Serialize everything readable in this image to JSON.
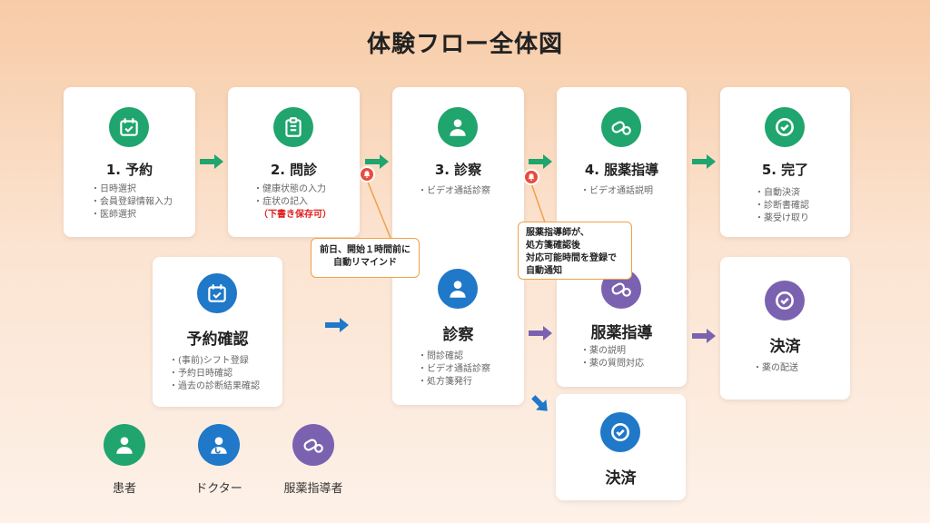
{
  "title": "体験フロー全体図",
  "colors": {
    "patient": "#1fa56d",
    "doctor": "#1f78c8",
    "pharmacist": "#7b62b0",
    "callout_border": "#f0a04b",
    "bell": "#e84c3d"
  },
  "top_flow": [
    {
      "title": "1. 予約",
      "icon": "calendar-check-icon",
      "items": [
        "日時選択",
        "会員登録情報入力",
        "医師選択"
      ]
    },
    {
      "title": "2. 問診",
      "icon": "clipboard-icon",
      "items": [
        "健康状態の入力",
        "症状の記入"
      ],
      "note": "（下書き保存可）"
    },
    {
      "title": "3. 診察",
      "icon": "doctor-icon",
      "items": [
        "ビデオ通話診察"
      ]
    },
    {
      "title": "4. 服薬指導",
      "icon": "pill-icon",
      "items": [
        "ビデオ通話説明"
      ]
    },
    {
      "title": "5. 完了",
      "icon": "check-icon",
      "items": [
        "自動決済",
        "診断書確認",
        "薬受け取り"
      ]
    }
  ],
  "callouts": {
    "reminder": [
      "前日、開始１時間前に",
      "自動リマインド"
    ],
    "pharmacist": [
      "服薬指導師が、",
      "処方箋確認後",
      "対応可能時間を登録で",
      "自動通知"
    ]
  },
  "bottom_flow": {
    "reservation_confirm": {
      "title": "予約確認",
      "icon": "calendar-check-icon",
      "items": [
        "(事前)シフト登録",
        "予約日時確認",
        "過去の診断結果確認"
      ]
    },
    "exam": {
      "title": "診察",
      "icon": "doctor-icon",
      "items": [
        "問診確認",
        "ビデオ通話診察",
        "処方箋発行"
      ]
    },
    "guidance": {
      "title": "服薬指導",
      "icon": "pill-icon",
      "items": [
        "薬の説明",
        "薬の質問対応"
      ]
    },
    "settle_right": {
      "title": "決済",
      "icon": "check-icon",
      "items": [
        "薬の配送"
      ]
    },
    "settle_bottom": {
      "title": "決済",
      "icon": "check-icon",
      "items": []
    }
  },
  "legend": [
    {
      "label": "患者",
      "icon": "person-icon"
    },
    {
      "label": "ドクター",
      "icon": "doctor-icon"
    },
    {
      "label": "服薬指導者",
      "icon": "pill-icon"
    }
  ]
}
